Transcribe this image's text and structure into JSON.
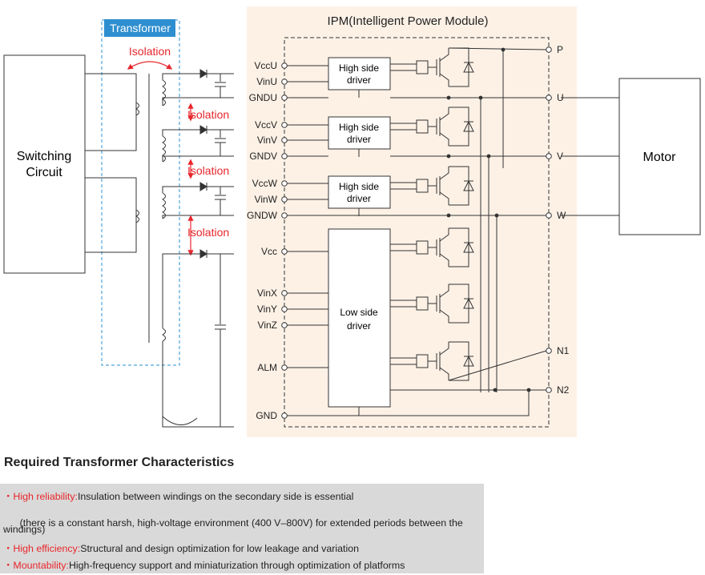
{
  "diagram": {
    "switching_circuit_label": [
      "Switching",
      "Circuit"
    ],
    "transformer_label": "Transformer",
    "isolation_labels": [
      "Isolation",
      "Isolation",
      "Isolation",
      "Isolation"
    ],
    "ipm_title": "IPM(Intelligent Power Module)",
    "motor_label": "Motor",
    "high_side_driver_label": [
      "High side",
      "driver"
    ],
    "low_side_driver_label": [
      "Low side",
      "driver"
    ],
    "input_pins": [
      "VccU",
      "VinU",
      "GNDU",
      "VccV",
      "VinV",
      "GNDV",
      "VccW",
      "VinW",
      "GNDW",
      "Vcc",
      "VinX",
      "VinY",
      "VinZ",
      "ALM",
      "GND"
    ],
    "output_pins": [
      "P",
      "U",
      "V",
      "W",
      "N1",
      "N2"
    ],
    "colors": {
      "ipm_background": "#fdf1e6",
      "transformer_label_bg": "#2e8fd0",
      "transformer_border": "#4fa3dc",
      "isolation": "#e8262b",
      "line": "#333333"
    }
  },
  "requirements": {
    "title": "Required Transformer Characteristics",
    "bullet": "・",
    "items": [
      {
        "key": "High reliability:",
        "text": "Insulation between windings on the secondary side is essential"
      },
      {
        "key": "",
        "text": "  (there is a constant harsh, high-voltage environment (400 V–800V) for extended periods between the"
      },
      {
        "key": "",
        "text": "windings)"
      },
      {
        "key": "High efficiency:",
        "text": "Structural and design optimization for low leakage and variation"
      },
      {
        "key": "Mountability:",
        "text": "High-frequency support and miniaturization through optimization of platforms"
      }
    ],
    "colors": {
      "key": "#e8262b",
      "background": "#d9d9d9"
    }
  }
}
